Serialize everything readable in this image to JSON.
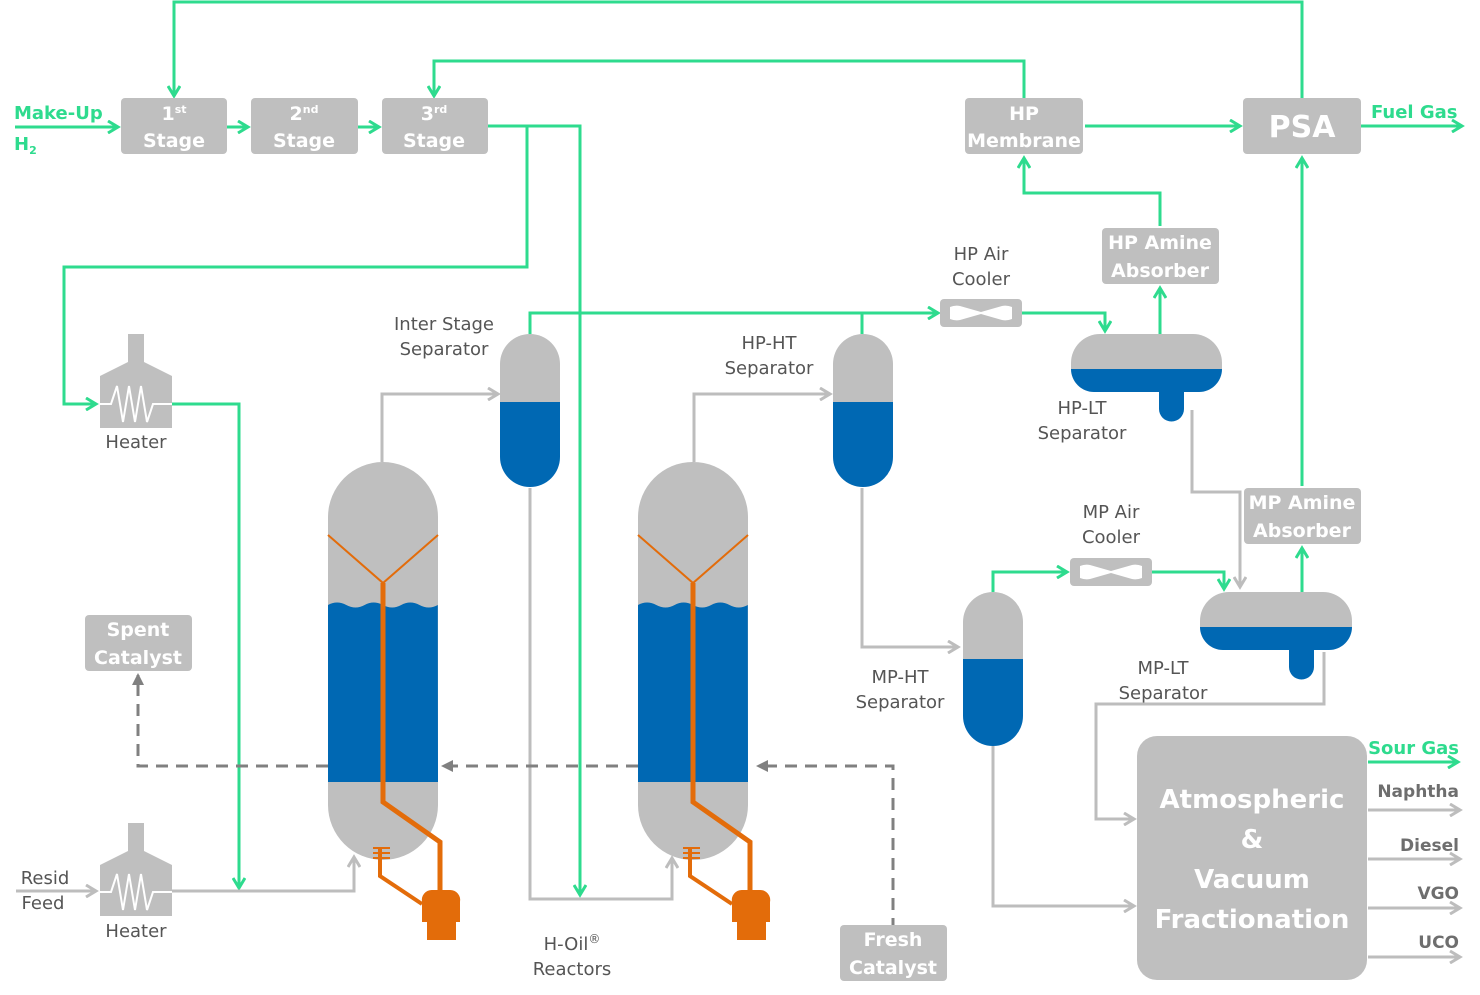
{
  "title": "H-Oil Process Flow Diagram",
  "colors": {
    "hydrogen_line": "#2edb8e",
    "process_line": "#bdbdbd",
    "catalyst_line": "#808080",
    "equipment": "#bfbfbf",
    "liquid": "#0068b3",
    "internals": "#e36c0a"
  },
  "inputs": {
    "makeup_h2_line1": "Make-Up",
    "makeup_h2_line2": "H",
    "makeup_h2_sub": "2",
    "resid_feed_line1": "Resid",
    "resid_feed_line2": "Feed"
  },
  "compressor_stages": [
    {
      "num": "1",
      "sup": "st",
      "label": "Stage"
    },
    {
      "num": "2",
      "sup": "nd",
      "label": "Stage"
    },
    {
      "num": "3",
      "sup": "rd",
      "label": "Stage"
    }
  ],
  "boxes": {
    "hp_membrane": [
      "HP",
      "Membrane"
    ],
    "psa": "PSA",
    "hp_amine": [
      "HP Amine",
      "Absorber"
    ],
    "mp_amine": [
      "MP Amine",
      "Absorber"
    ],
    "spent_catalyst": [
      "Spent",
      "Catalyst"
    ],
    "fresh_catalyst": [
      "Fresh",
      "Catalyst"
    ],
    "fractionation": [
      "Atmospheric",
      "&",
      "Vacuum",
      "Fractionation"
    ]
  },
  "equipment_labels": {
    "heater_top": "Heater",
    "heater_bottom": "Heater",
    "inter_stage_sep": [
      "Inter Stage",
      "Separator"
    ],
    "hp_ht_sep": [
      "HP-HT",
      "Separator"
    ],
    "hp_lt_sep": [
      "HP-LT",
      "Separator"
    ],
    "mp_ht_sep": [
      "MP-HT",
      "Separator"
    ],
    "mp_lt_sep": [
      "MP-LT",
      "Separator"
    ],
    "hp_air_cooler": [
      "HP Air",
      "Cooler"
    ],
    "mp_air_cooler": [
      "MP Air",
      "Cooler"
    ],
    "reactors": [
      "H-Oil",
      "®",
      "Reactors"
    ]
  },
  "outputs": {
    "fuel_gas": "Fuel Gas",
    "sour_gas": "Sour Gas",
    "naphtha": "Naphtha",
    "diesel": "Diesel",
    "vgo": "VGO",
    "uco": "UCO"
  }
}
